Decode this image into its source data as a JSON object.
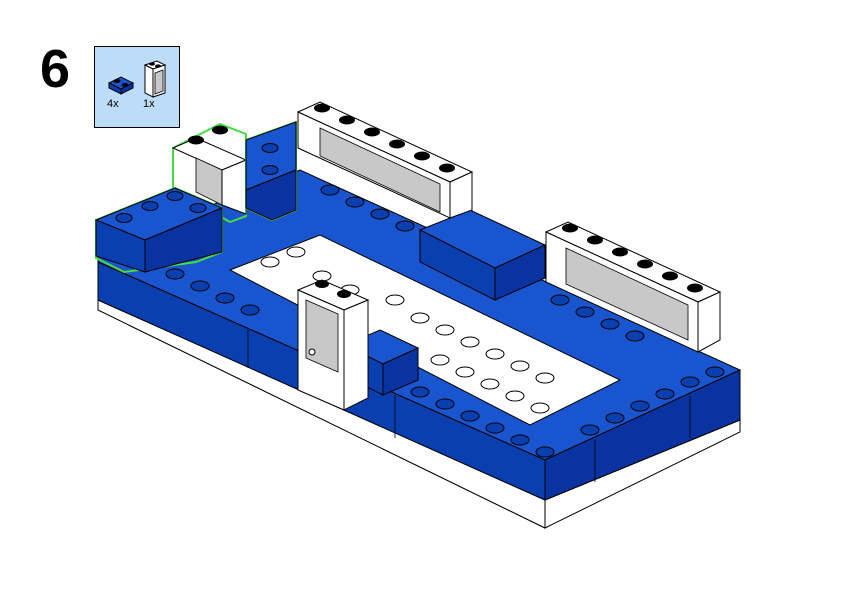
{
  "step": {
    "number": "6"
  },
  "parts": [
    {
      "icon": "blue-brick-1x2-icon",
      "count": "4x",
      "color": "#0a3fb0"
    },
    {
      "icon": "white-window-1x2x2-icon",
      "count": "1x",
      "color": "#ffffff"
    }
  ],
  "colors": {
    "parts_box_bg": "#bcdcf8",
    "brick_blue": "#0a3fb0",
    "brick_blue_side": "#0933a0",
    "white_tile": "#ffffff",
    "glass": "#c8c8c8",
    "highlight_outline": "#44dd44"
  }
}
